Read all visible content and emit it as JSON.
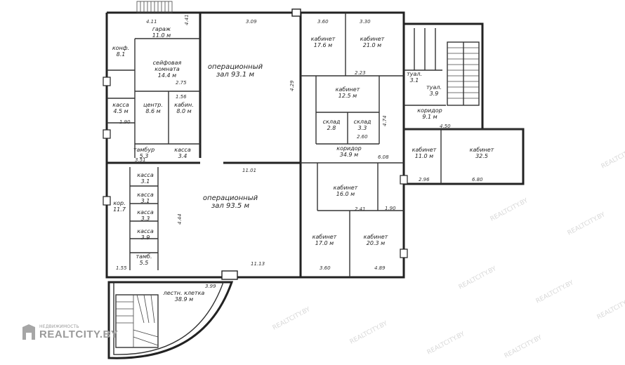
{
  "rooms": [
    {
      "id": "garage",
      "lines": [
        "гараж",
        "11.0 м"
      ]
    },
    {
      "id": "konf",
      "lines": [
        "конф.",
        "8.1"
      ]
    },
    {
      "id": "safe",
      "lines": [
        "сейфовая",
        "комната",
        "14.4 м"
      ]
    },
    {
      "id": "op1",
      "lines": [
        "операционный",
        "зал 93.1 м"
      ]
    },
    {
      "id": "cab1",
      "lines": [
        "кабинет",
        "17.6 м"
      ]
    },
    {
      "id": "cab2",
      "lines": [
        "кабинет",
        "21.0 м"
      ]
    },
    {
      "id": "tualet1",
      "lines": [
        "туал.",
        "3.1"
      ]
    },
    {
      "id": "tualet2",
      "lines": [
        "туал.",
        "3.9"
      ]
    },
    {
      "id": "kassa1",
      "lines": [
        "касса",
        "4.5 м"
      ]
    },
    {
      "id": "tsentr",
      "lines": [
        "центр.",
        "8.6 м"
      ]
    },
    {
      "id": "kabina1",
      "lines": [
        "кабин.",
        "8.0 м"
      ]
    },
    {
      "id": "cab3",
      "lines": [
        "кабинет",
        "12.5 м"
      ]
    },
    {
      "id": "sklad1",
      "lines": [
        "склад",
        "2.8"
      ]
    },
    {
      "id": "sklad2",
      "lines": [
        "склад",
        "3.3"
      ]
    },
    {
      "id": "koridor1",
      "lines": [
        "коридор",
        "9.1 м"
      ]
    },
    {
      "id": "tambur",
      "lines": [
        "тамбур",
        "5.3"
      ]
    },
    {
      "id": "kassa2",
      "lines": [
        "касса",
        "3.4"
      ]
    },
    {
      "id": "koridor2",
      "lines": [
        "коридор",
        "34.9 м"
      ]
    },
    {
      "id": "cab4",
      "lines": [
        "кабинет",
        "11.0 м"
      ]
    },
    {
      "id": "cab5",
      "lines": [
        "кабинет",
        "32.5"
      ]
    },
    {
      "id": "kassa3",
      "lines": [
        "касса",
        "3.1"
      ]
    },
    {
      "id": "kassa4",
      "lines": [
        "касса",
        "3.1"
      ]
    },
    {
      "id": "kor3",
      "lines": [
        "кор.",
        "11.7"
      ]
    },
    {
      "id": "kassa5",
      "lines": [
        "касса",
        "3.3"
      ]
    },
    {
      "id": "kassa6",
      "lines": [
        "касса",
        "3.9"
      ]
    },
    {
      "id": "tamb2",
      "lines": [
        "тамб.",
        "5.5"
      ]
    },
    {
      "id": "op2",
      "lines": [
        "операционный",
        "зал 93.5 м"
      ]
    },
    {
      "id": "cab6",
      "lines": [
        "кабинет",
        "16.0 м"
      ]
    },
    {
      "id": "cab7",
      "lines": [
        "кабинет",
        "17.0 м"
      ]
    },
    {
      "id": "cab8",
      "lines": [
        "кабинет",
        "20.3 м"
      ]
    },
    {
      "id": "lestn",
      "lines": [
        "лестн. клетка",
        "38.9 м"
      ]
    }
  ],
  "dimensions": [
    "4.11",
    "3.09",
    "3.60",
    "3.30",
    "2.23",
    "1.56",
    "2.75",
    "1.90",
    "2.96",
    "6.80",
    "3.51",
    "11.01",
    "3.60",
    "4.89",
    "11.13",
    "1.55",
    "3.99",
    "2.41",
    "1.90",
    "2.60",
    "4.29",
    "6.08",
    "4.74",
    "4.44",
    "4.41",
    "4.50"
  ],
  "watermarks": [
    "REALTCITY.BY",
    "REALTCITY.BY",
    "REALTCITY.BY",
    "REALTCITY.BY",
    "REALTCITY.BY",
    "REALTCITY.BY",
    "REALTCITY.BY",
    "REALTCITY.BY",
    "REALTCITY.BY",
    "REALTCITY.BY"
  ],
  "logo": {
    "small": "НЕДВИЖИМОСТЬ",
    "big": "REALTCITY.BY"
  }
}
